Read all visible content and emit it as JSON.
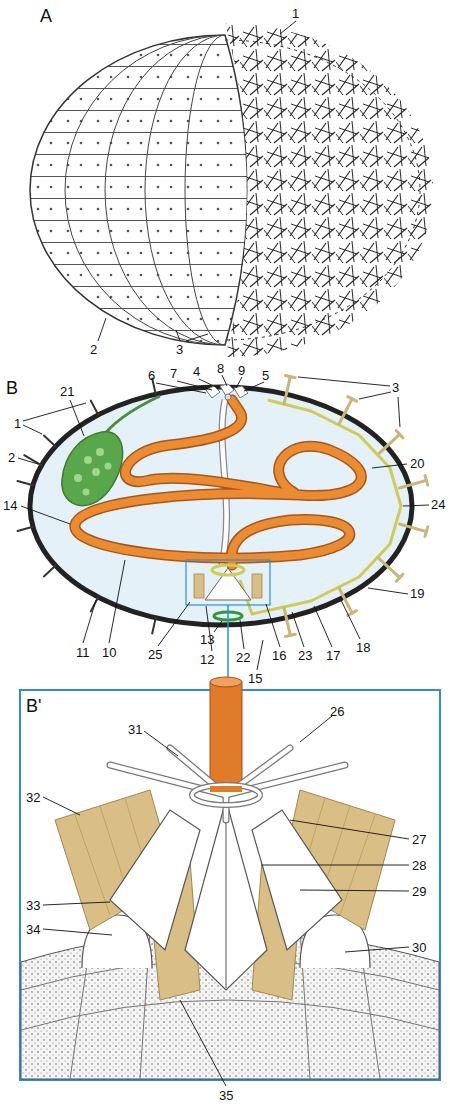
{
  "diagram": {
    "labels": [
      "A",
      "1",
      "2",
      "3",
      "B",
      "6",
      "7",
      "4",
      "8",
      "9",
      "5",
      "21",
      "1",
      "2",
      "14",
      "3",
      "20",
      "24",
      "19",
      "11",
      "10",
      "25",
      "13",
      "12",
      "22",
      "16",
      "15",
      "23",
      "17",
      "18",
      "B'",
      "26",
      "31",
      "32",
      "27",
      "28",
      "29",
      "33",
      "34",
      "30",
      "35"
    ]
  }
}
